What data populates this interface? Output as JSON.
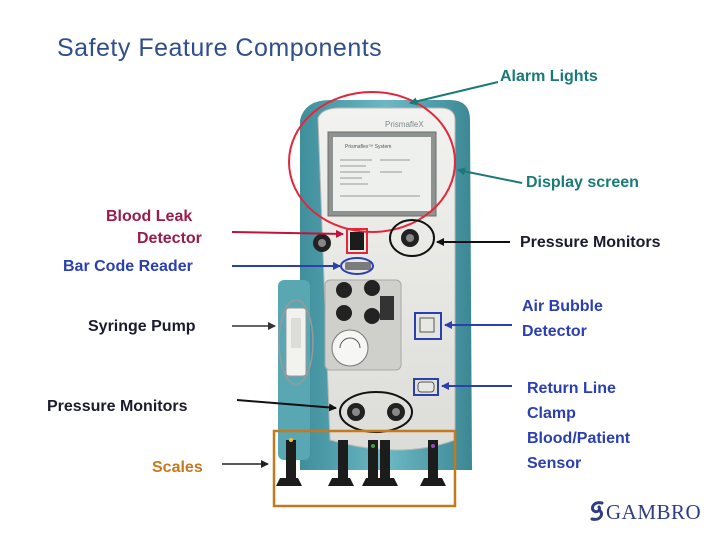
{
  "title": "Safety Feature Components",
  "labels": {
    "alarm_lights": "Alarm Lights",
    "display_screen": "Display screen",
    "blood_leak_line1": "Blood Leak",
    "blood_leak_line2": "Detector",
    "bar_code_reader": "Bar Code Reader",
    "pressure_monitors_right": "Pressure Monitors",
    "air_bubble_line1": "Air Bubble",
    "air_bubble_line2": "Detector",
    "syringe_pump": "Syringe Pump",
    "return_line_line1": "Return Line",
    "return_line_line2": "Clamp",
    "blood_patient_line1": "Blood/Patient",
    "blood_patient_line2": "Sensor",
    "pressure_monitors_left": "Pressure Monitors",
    "scales": "Scales"
  },
  "device": {
    "brand": "PrismafleX",
    "screen_header": "Prismaflex™ System"
  },
  "logo": "GAMBRO",
  "colors": {
    "title": "#2e4e8c",
    "alarm_teal": "#1a7a78",
    "blood_leak_red": "#9a1c4a",
    "blue_arrows": "#2a3fb0",
    "scales_orange": "#c47a1c",
    "device_teal": "#5aa7b4"
  }
}
